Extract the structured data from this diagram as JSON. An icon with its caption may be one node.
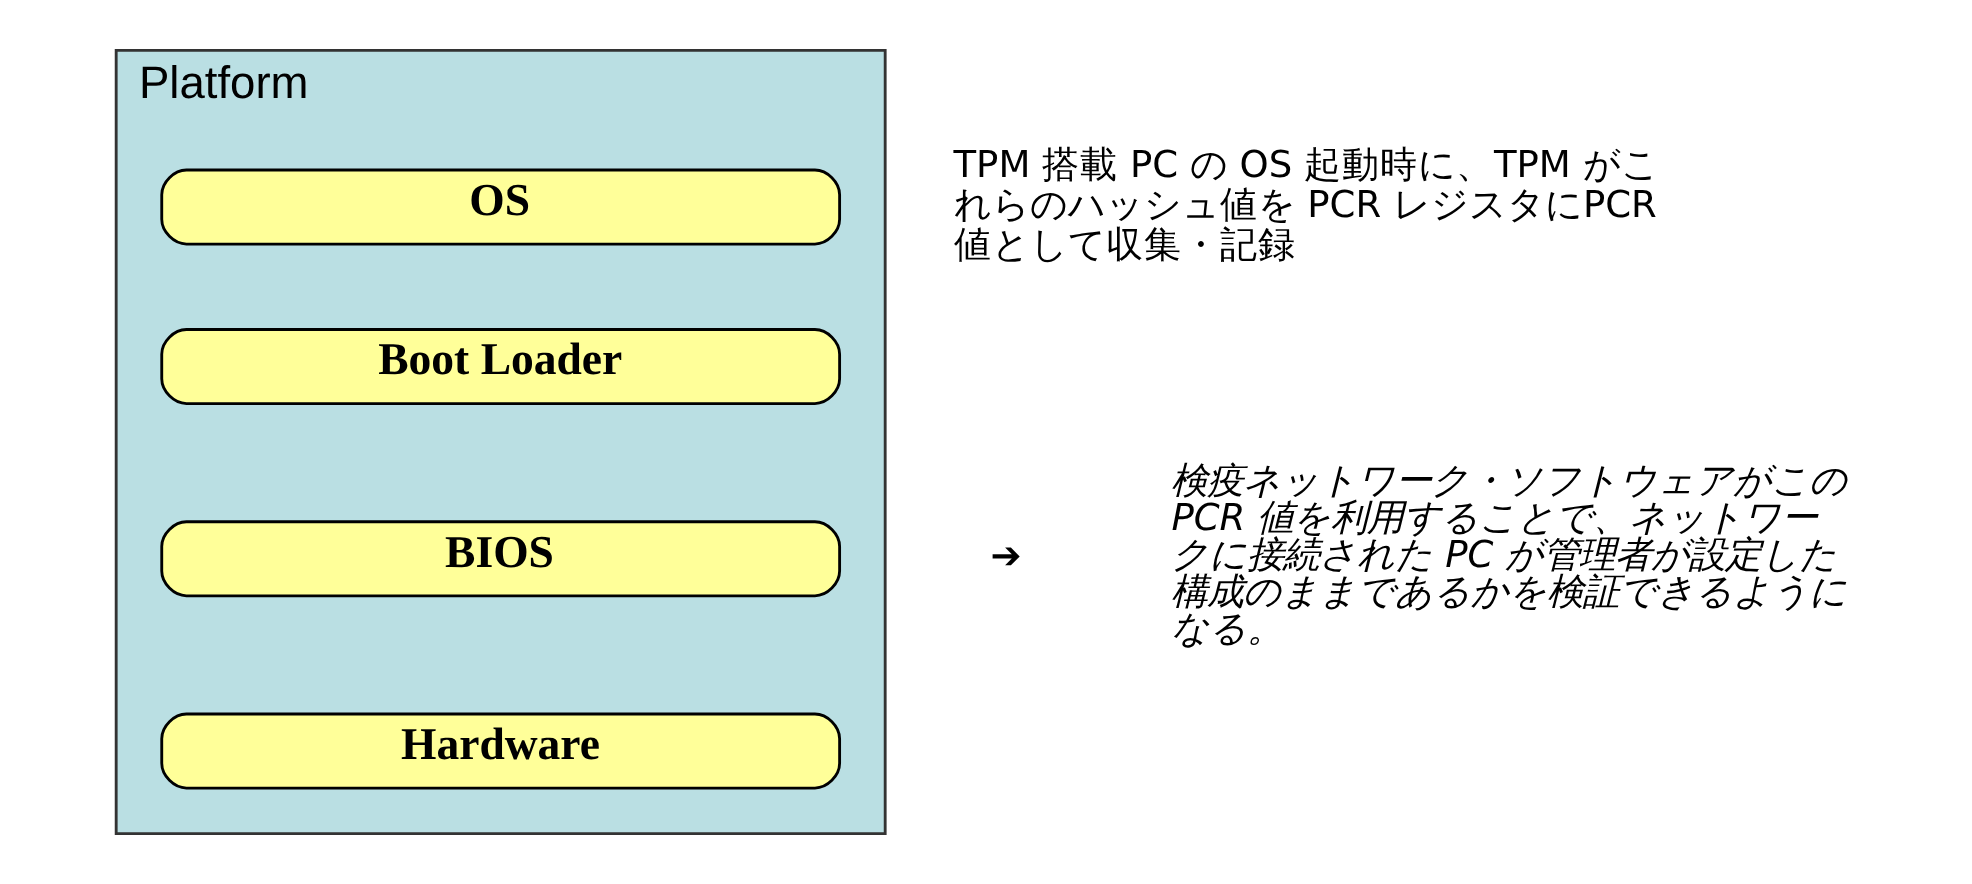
{
  "diagram": {
    "nodes": [
      {
        "text": [
          "Platform"
        ]
      },
      {
        "text": [
          "OS"
        ],
        "in": 0
      },
      {
        "text": [
          "Boot Loader"
        ],
        "in": 0
      },
      {
        "text": [
          "BIOS"
        ],
        "in": 0
      },
      {
        "text": [
          "Hardware"
        ],
        "in": 0
      }
    ],
    "edges": [],
    "labels": [
      "TPM 搭載 PC の OS 起動時に、TPM がこれらのハッシュ値を PCR レジスタにPCR 値として収集・記録",
      "➔",
      "検疫ネットワーク・ソフトウェアがこの PCR 値を利用することで、ネットワークに接続された PC が管理者が設定した構成のままであるかを検証できるようになる。"
    ]
  }
}
